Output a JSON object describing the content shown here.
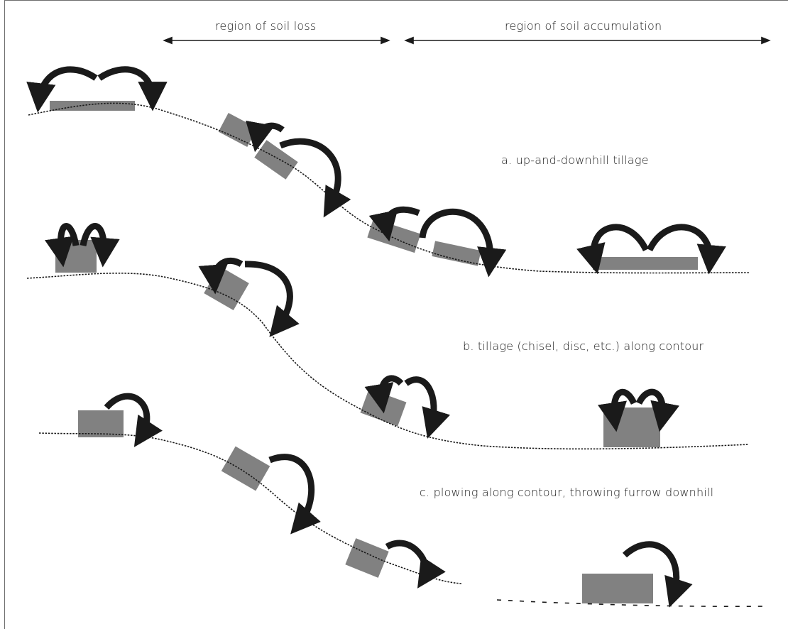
{
  "regions": {
    "soil_loss": "region of soil loss",
    "soil_accumulation": "region of soil accumulation"
  },
  "panels": [
    {
      "label": "a. up-and-downhill tillage"
    },
    {
      "label": "b. tillage (chisel, disc, etc.) along contour"
    },
    {
      "label": "c. plowing along contour, throwing furrow downhill"
    }
  ],
  "colors": {
    "ink": "#1a1a1a",
    "frame": "#6e6e6e",
    "background": "#ffffff"
  },
  "icons": [
    "double-headed-arrow-icon",
    "soil-throw-arrow-icon",
    "tillage-implement-icon"
  ]
}
